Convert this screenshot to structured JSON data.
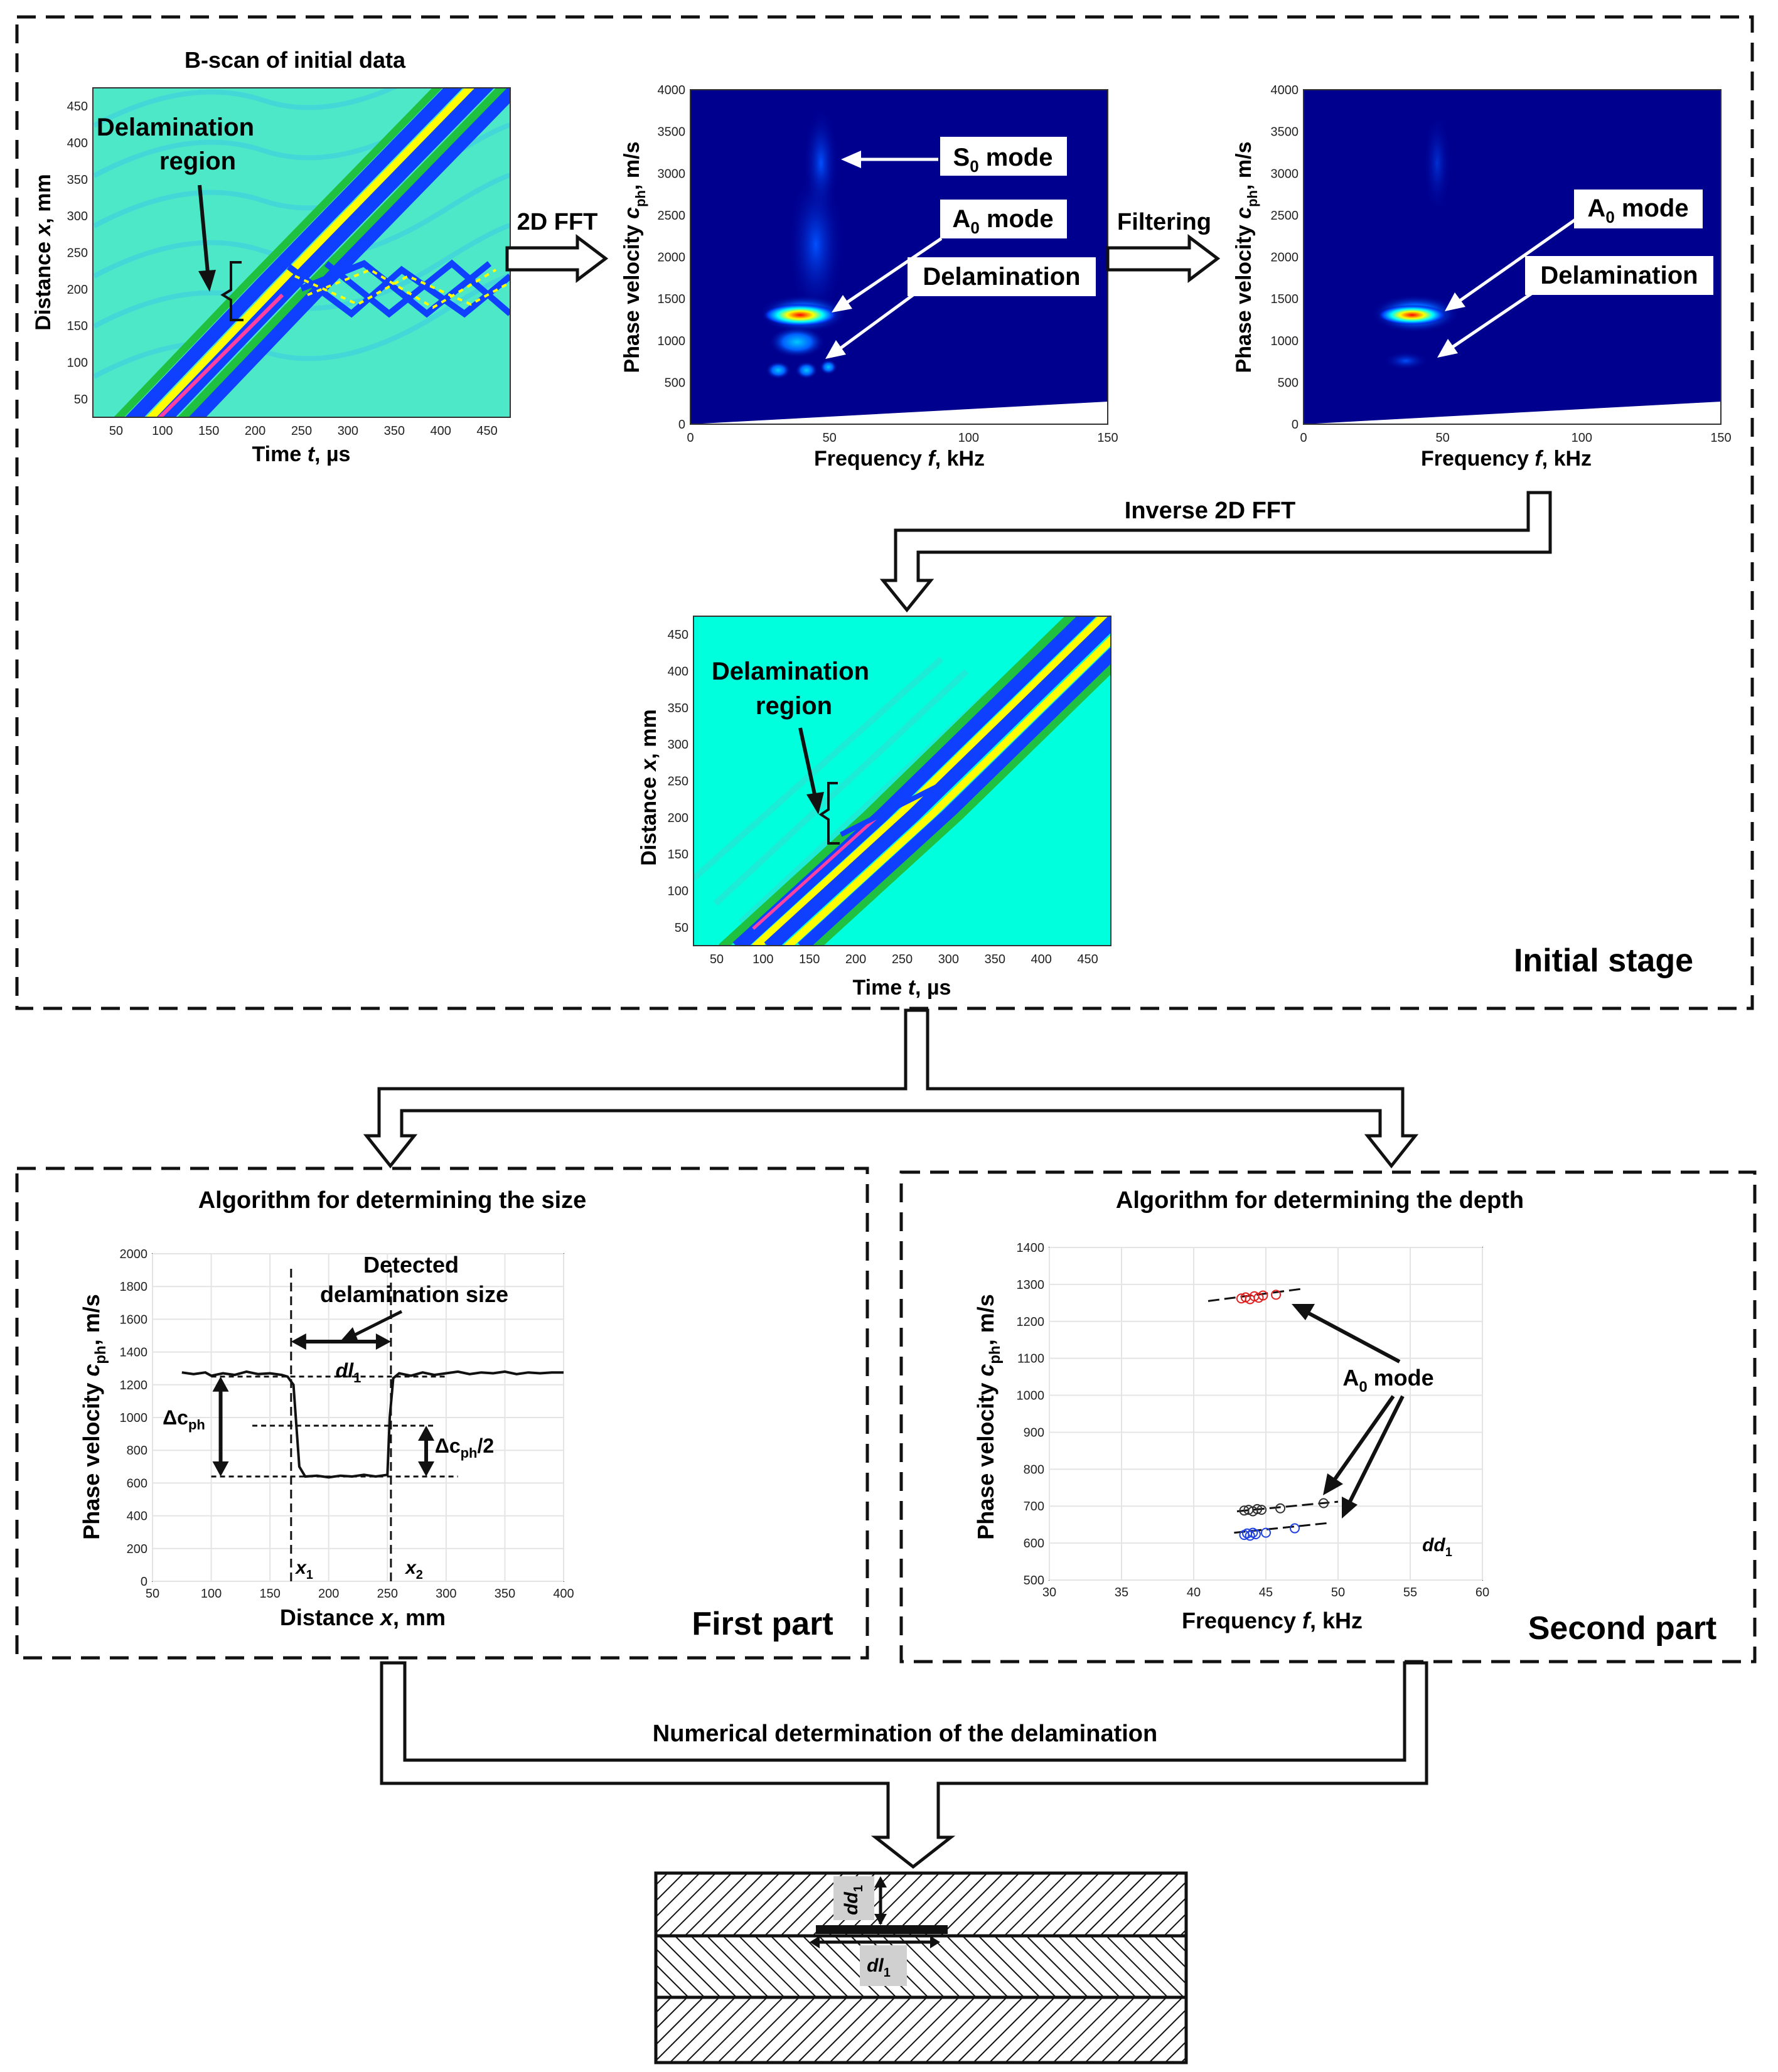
{
  "initial_stage": {
    "stage_label": "Initial stage",
    "bscan_title": "B-scan of initial data",
    "bscan_ylabel": [
      "Distance ",
      "x",
      ", mm"
    ],
    "bscan_xlabel": [
      "Time ",
      "t",
      ", µs"
    ],
    "bscan_xticks": [
      "50",
      "100",
      "150",
      "200",
      "250",
      "300",
      "350",
      "400",
      "450"
    ],
    "bscan_yticks": [
      "50",
      "100",
      "150",
      "200",
      "250",
      "300",
      "350",
      "400",
      "450"
    ],
    "delamination_region": [
      "Delamination",
      "region"
    ],
    "arrow_fft": "2D FFT",
    "arrow_filtering": "Filtering",
    "arrow_inverse": "Inverse 2D FFT",
    "fk_ylabel": [
      "Phase velocity ",
      "c",
      "ph",
      ", m/s"
    ],
    "fk_xlabel": [
      "Frequency ",
      "f",
      ", kHz"
    ],
    "fk_xticks": [
      "0",
      "50",
      "100",
      "150"
    ],
    "fk_yticks": [
      "0",
      "500",
      "1000",
      "1500",
      "2000",
      "2500",
      "3000",
      "3500",
      "4000"
    ],
    "s0_mode": [
      "S",
      "0",
      " mode"
    ],
    "a0_mode": [
      "A",
      "0",
      " mode"
    ],
    "delamination": "Delamination",
    "colormap": [
      "#00008f",
      "#0000ff",
      "#00ffff",
      "#7fff7f",
      "#ffff00",
      "#ff0000"
    ]
  },
  "first_part": {
    "part_label": "First part",
    "title": "Algorithm for determining the size",
    "ylabel": [
      "Phase velocity ",
      "c",
      "ph",
      ", m/s"
    ],
    "xlabel": [
      "Distance ",
      "x",
      ", mm"
    ],
    "detected": [
      "Detected",
      "delamination size"
    ],
    "dl": [
      "dl",
      "1"
    ],
    "dc": [
      "Δc",
      "ph"
    ],
    "dc_half": [
      "Δc",
      "ph",
      "/2"
    ],
    "x1": [
      "x",
      "1"
    ],
    "x2": [
      "x",
      "2"
    ]
  },
  "second_part": {
    "part_label": "Second part",
    "title": "Algorithm for determining the depth",
    "ylabel": [
      "Phase velocity ",
      "c",
      "ph",
      ", m/s"
    ],
    "xlabel": [
      "Frequency ",
      "f",
      ", kHz"
    ],
    "a0_mode": [
      "A",
      "0",
      " mode"
    ],
    "dd": [
      "dd",
      "1"
    ]
  },
  "final": {
    "title": "Numerical determination of the delamination",
    "dd": [
      "dd",
      "1"
    ],
    "dl": [
      "dl",
      "1"
    ]
  },
  "chart_data": [
    {
      "type": "line",
      "title": "",
      "xlabel": "Distance x, mm",
      "ylabel": "Phase velocity c_ph, m/s",
      "xlim": [
        50,
        400
      ],
      "ylim": [
        0,
        2000
      ],
      "xticks": [
        "50",
        "100",
        "150",
        "200",
        "250",
        "300",
        "350",
        "400"
      ],
      "yticks": [
        "0",
        "200",
        "400",
        "600",
        "800",
        "1000",
        "1200",
        "1400",
        "1600",
        "1800",
        "2000"
      ],
      "x": [
        75,
        85,
        95,
        100,
        110,
        120,
        130,
        140,
        150,
        160,
        165,
        170,
        172,
        175,
        180,
        190,
        200,
        210,
        220,
        230,
        240,
        250,
        252,
        255,
        260,
        270,
        280,
        290,
        300,
        310,
        320,
        330,
        340,
        350,
        360,
        370,
        380,
        390,
        400
      ],
      "y": [
        1275,
        1265,
        1275,
        1255,
        1270,
        1260,
        1280,
        1265,
        1270,
        1260,
        1250,
        1200,
        1000,
        700,
        640,
        645,
        635,
        645,
        640,
        650,
        640,
        650,
        1000,
        1240,
        1270,
        1255,
        1275,
        1260,
        1270,
        1280,
        1265,
        1275,
        1270,
        1280,
        1265,
        1275,
        1270,
        1275,
        1275
      ],
      "markers": {
        "x1": 168,
        "x2": 253,
        "upper": 1250,
        "lower": 640,
        "half": 950
      }
    },
    {
      "type": "scatter",
      "title": "",
      "xlabel": "Frequency f, kHz",
      "ylabel": "Phase velocity c_ph, m/s",
      "xlim": [
        30,
        60
      ],
      "ylim": [
        500,
        1400
      ],
      "xticks": [
        "30",
        "35",
        "40",
        "45",
        "50",
        "55",
        "60"
      ],
      "yticks": [
        "500",
        "600",
        "700",
        "800",
        "900",
        "1000",
        "1100",
        "1200",
        "1300",
        "1400"
      ],
      "series": [
        {
          "color": "#e02020",
          "x": [
            43.3,
            43.6,
            43.9,
            44.2,
            44.5,
            44.8,
            45.7
          ],
          "y": [
            1262,
            1265,
            1260,
            1268,
            1264,
            1270,
            1272
          ],
          "fit": [
            [
              41,
              1255
            ],
            [
              47.5,
              1288
            ]
          ]
        },
        {
          "color": "#303030",
          "x": [
            43.5,
            43.8,
            44.1,
            44.4,
            44.7,
            46.0,
            49.0
          ],
          "y": [
            688,
            690,
            686,
            692,
            690,
            694,
            708
          ],
          "fit": [
            [
              43,
              686
            ],
            [
              50,
              712
            ]
          ]
        },
        {
          "color": "#2040e0",
          "x": [
            43.5,
            43.7,
            43.9,
            44.1,
            44.3,
            45.0,
            47.0
          ],
          "y": [
            622,
            626,
            620,
            628,
            624,
            628,
            640
          ],
          "fit": [
            [
              42.8,
              628
            ],
            [
              49.5,
              655
            ]
          ]
        }
      ]
    }
  ]
}
